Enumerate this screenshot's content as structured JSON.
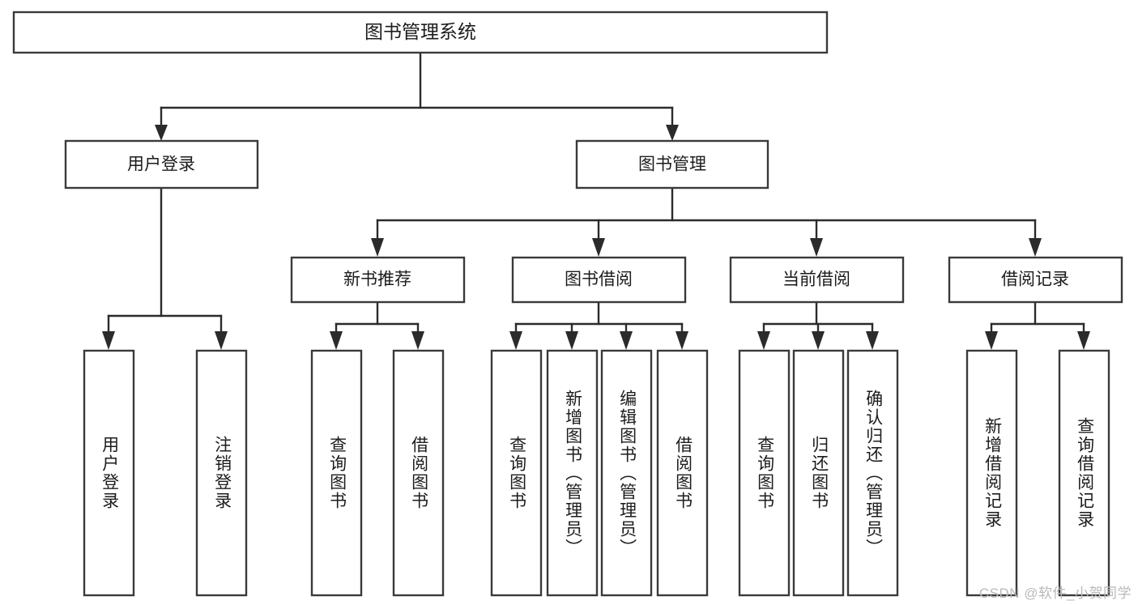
{
  "diagram": {
    "title": "图书管理系统",
    "watermark": "CSDN @软件_小贺同学",
    "levels": {
      "root": {
        "label": "图书管理系统"
      },
      "level2": [
        {
          "id": "user-login",
          "label": "用户登录"
        },
        {
          "id": "book-management",
          "label": "图书管理"
        }
      ],
      "level3": [
        {
          "id": "new-book-recommend",
          "label": "新书推荐"
        },
        {
          "id": "book-borrow",
          "label": "图书借阅"
        },
        {
          "id": "current-borrow",
          "label": "当前借阅"
        },
        {
          "id": "borrow-record",
          "label": "借阅记录"
        }
      ],
      "leaves": [
        {
          "id": "leaf-user-login",
          "label": "用户登录",
          "parent": "user-login"
        },
        {
          "id": "leaf-logout",
          "label": "注销登录",
          "parent": "user-login"
        },
        {
          "id": "leaf-query-book-1",
          "label": "查询图书",
          "parent": "new-book-recommend"
        },
        {
          "id": "leaf-borrow-book-1",
          "label": "借阅图书",
          "parent": "new-book-recommend"
        },
        {
          "id": "leaf-query-book-2",
          "label": "查询图书",
          "parent": "book-borrow"
        },
        {
          "id": "leaf-add-book",
          "label": "新增图书（管理员）",
          "parent": "book-borrow"
        },
        {
          "id": "leaf-edit-book",
          "label": "编辑图书（管理员）",
          "parent": "book-borrow"
        },
        {
          "id": "leaf-borrow-book-2",
          "label": "借阅图书",
          "parent": "book-borrow"
        },
        {
          "id": "leaf-query-book-3",
          "label": "查询图书",
          "parent": "current-borrow"
        },
        {
          "id": "leaf-return-book",
          "label": "归还图书",
          "parent": "current-borrow"
        },
        {
          "id": "leaf-confirm-return",
          "label": "确认归还（管理员）",
          "parent": "current-borrow"
        },
        {
          "id": "leaf-add-record",
          "label": "新增借阅记录",
          "parent": "borrow-record"
        },
        {
          "id": "leaf-query-record",
          "label": "查询借阅记录",
          "parent": "borrow-record"
        }
      ]
    },
    "colors": {
      "box_stroke": "#3a3a3a",
      "connector": "#2b2b2b",
      "background": "#ffffff",
      "text": "#1c1c1c",
      "watermark": "#b9b9b9"
    }
  }
}
